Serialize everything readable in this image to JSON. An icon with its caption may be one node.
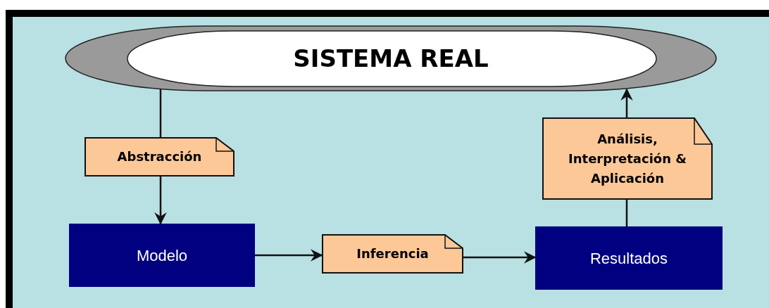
{
  "diagram": {
    "nodes": [
      {
        "text": [
          "SISTEMA REAL"
        ]
      },
      {
        "text": [
          "Abstracción"
        ]
      },
      {
        "text": [
          "Modelo"
        ]
      },
      {
        "text": [
          "Inferencia"
        ]
      },
      {
        "text": [
          "Resultados"
        ]
      },
      {
        "text": [
          "Análisis, Interpretación & Aplicación"
        ]
      }
    ],
    "edges": [
      {
        "from": 0,
        "to": 1,
        "arrow": "none"
      },
      {
        "from": 1,
        "to": 2,
        "arrow": "to"
      },
      {
        "from": 2,
        "to": 3,
        "arrow": "to"
      },
      {
        "from": 3,
        "to": 4,
        "arrow": "to"
      },
      {
        "from": 4,
        "to": 5,
        "arrow": "none"
      },
      {
        "from": 5,
        "to": 0,
        "arrow": "to"
      }
    ]
  }
}
